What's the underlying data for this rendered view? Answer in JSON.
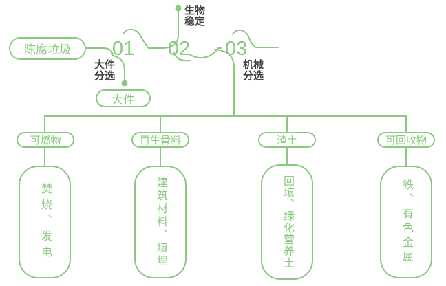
{
  "colors": {
    "green": "#8ac97f",
    "label_text": "#404040",
    "background": "#ffffff"
  },
  "source": {
    "label": "陈腐垃圾"
  },
  "steps": [
    {
      "number": "01",
      "process": "大件\n分选"
    },
    {
      "number": "02",
      "process": "生物\n稳定"
    },
    {
      "number": "03",
      "process": "机械\n分选"
    }
  ],
  "bulky_output": {
    "label": "大件"
  },
  "outputs": [
    {
      "category": "可燃物",
      "use": "焚烧、发电"
    },
    {
      "category": "再生骨料",
      "use": "建筑材料、填埋"
    },
    {
      "category": "渣土",
      "use": "回填、绿化营养土"
    },
    {
      "category": "可回收物",
      "use": "铁、有色金属"
    }
  ]
}
